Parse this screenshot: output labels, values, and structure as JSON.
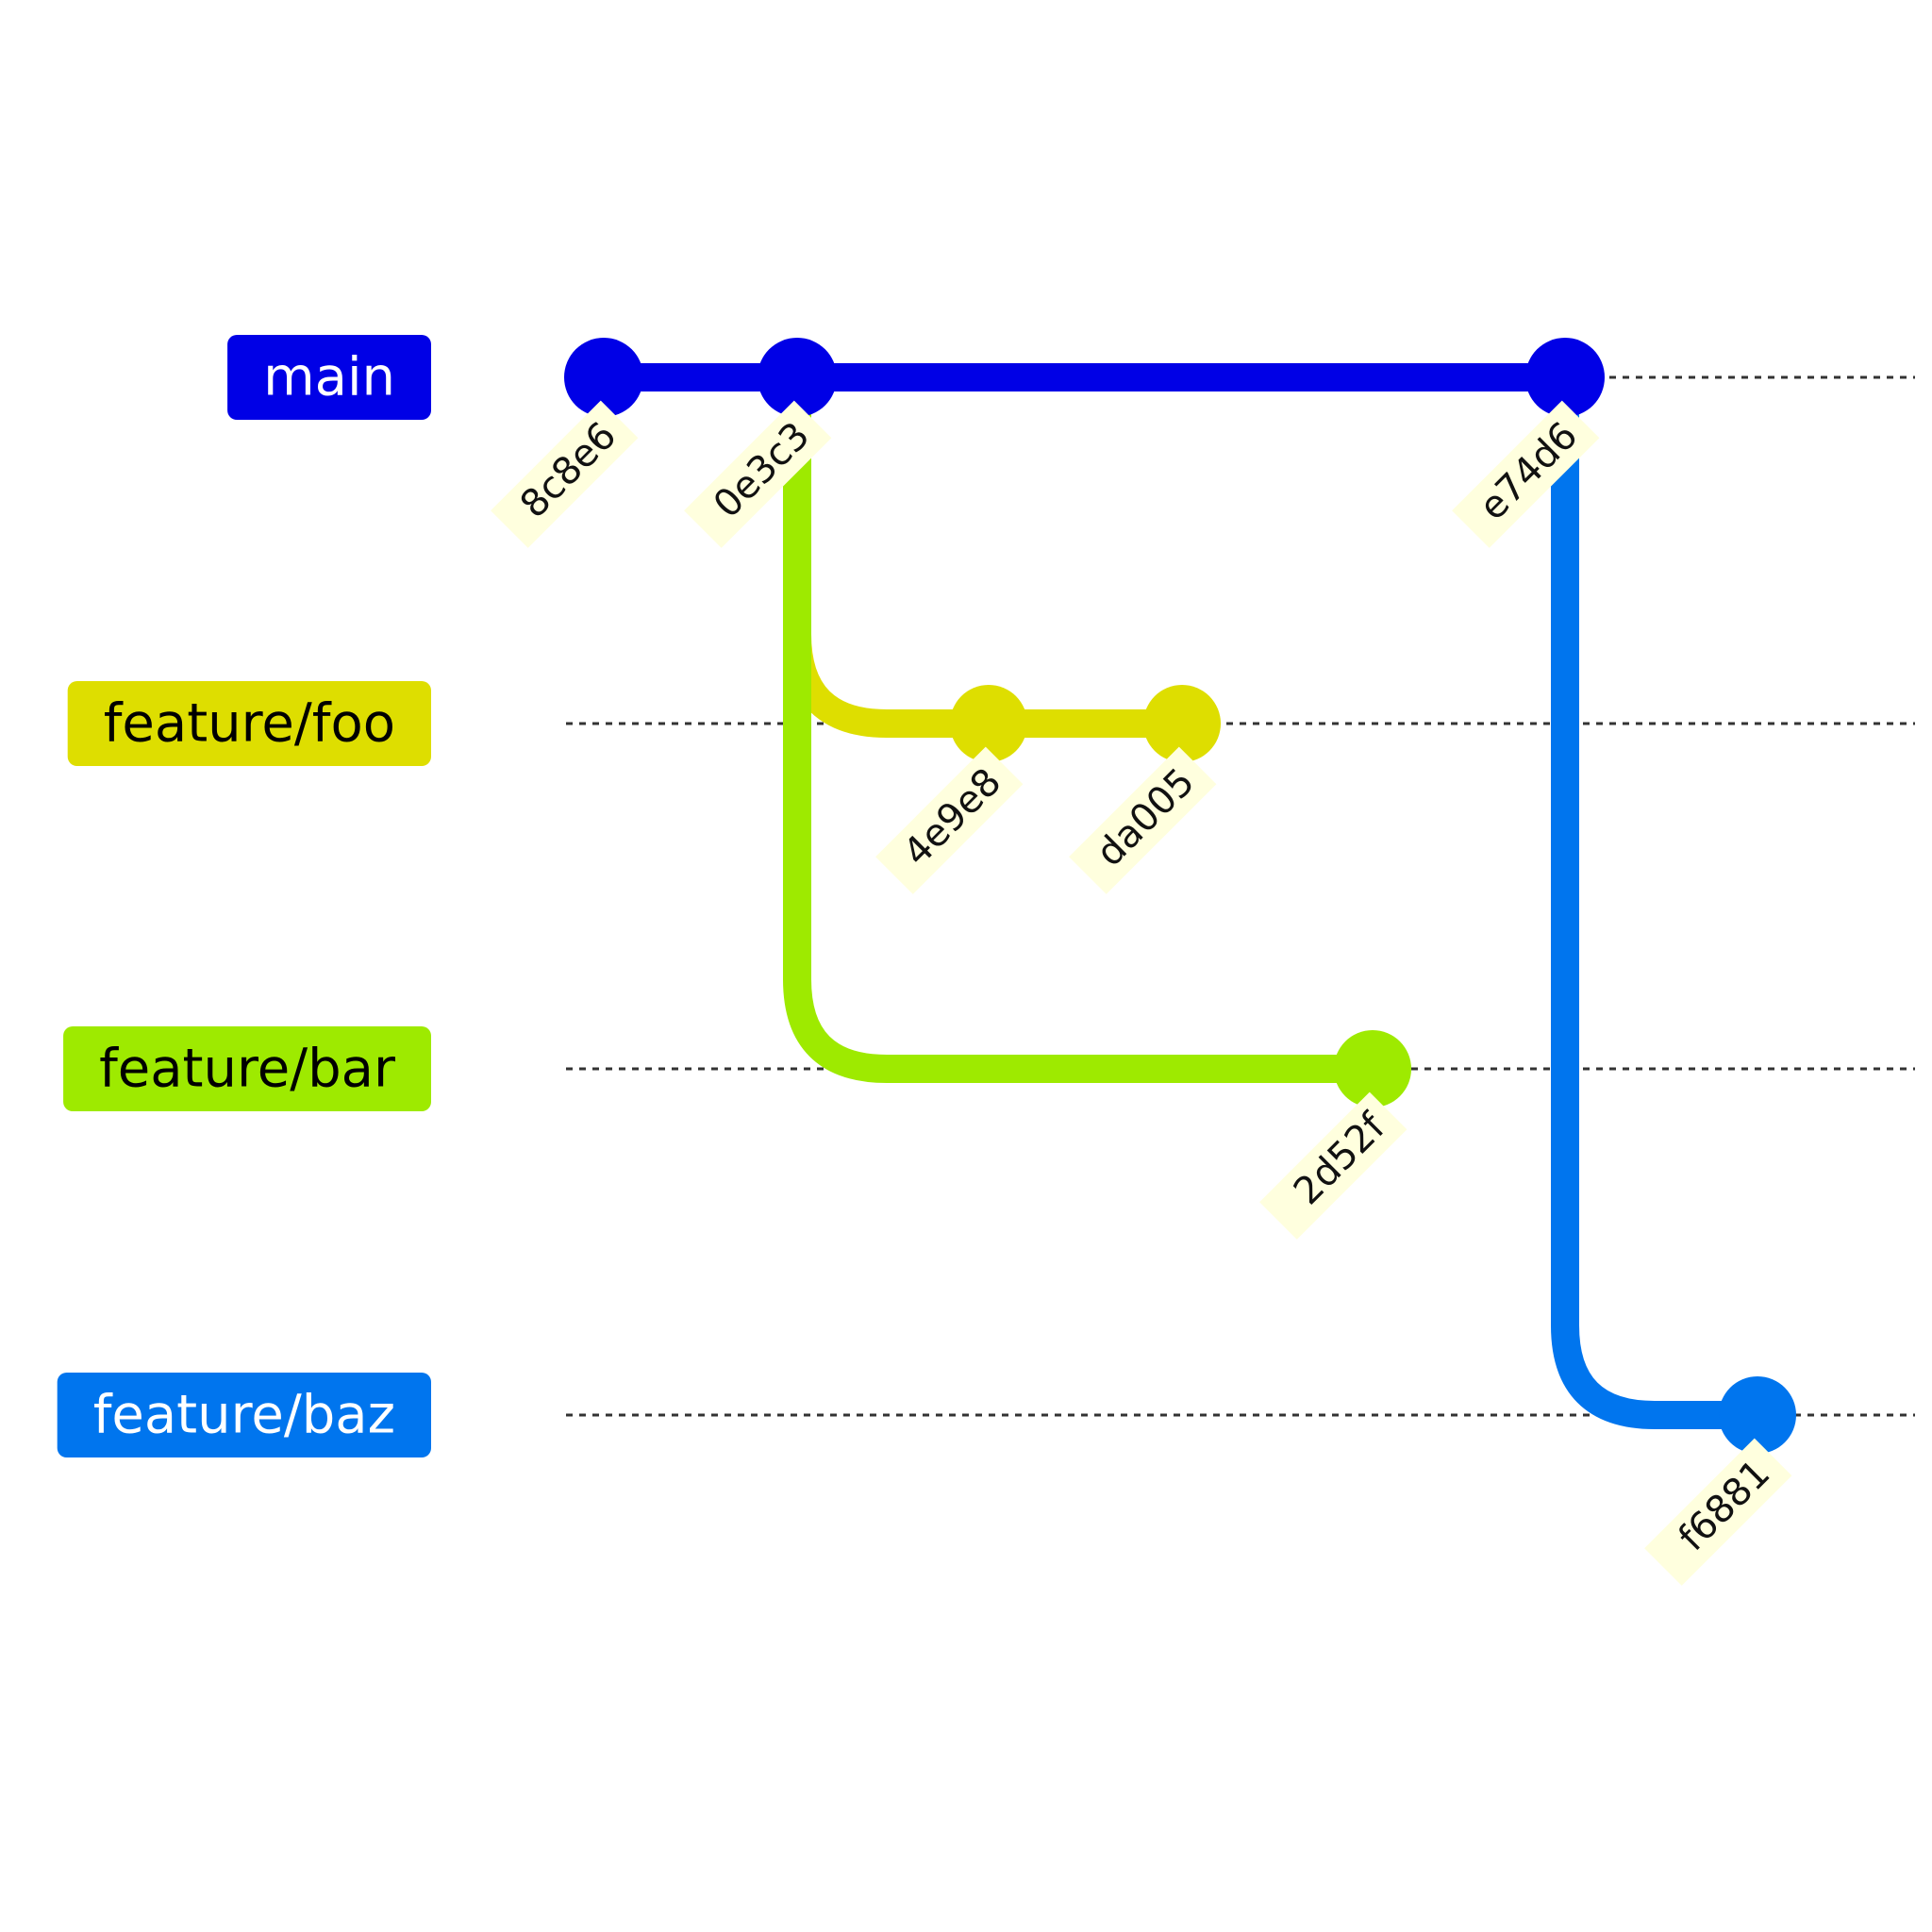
{
  "branches": [
    {
      "name": "main",
      "color": "#0000e6",
      "label_text_color": "#ffffff"
    },
    {
      "name": "feature/foo",
      "color": "#dede00",
      "label_text_color": "#000000"
    },
    {
      "name": "feature/bar",
      "color": "#9eea00",
      "label_text_color": "#000000"
    },
    {
      "name": "feature/baz",
      "color": "#0075ee",
      "label_text_color": "#ffffff"
    }
  ],
  "commits": [
    {
      "id": "8c8e6",
      "branch": "main"
    },
    {
      "id": "0e3c3",
      "branch": "main"
    },
    {
      "id": "4e9e8",
      "branch": "feature/foo",
      "parent": "0e3c3"
    },
    {
      "id": "da005",
      "branch": "feature/foo"
    },
    {
      "id": "2d52f",
      "branch": "feature/bar",
      "parent": "0e3c3"
    },
    {
      "id": "e74d6",
      "branch": "main"
    },
    {
      "id": "f6881",
      "branch": "feature/baz",
      "parent": "e74d6"
    }
  ],
  "colors": {
    "lane_line": "#333333",
    "commit_label_bg": "#ffffde"
  }
}
